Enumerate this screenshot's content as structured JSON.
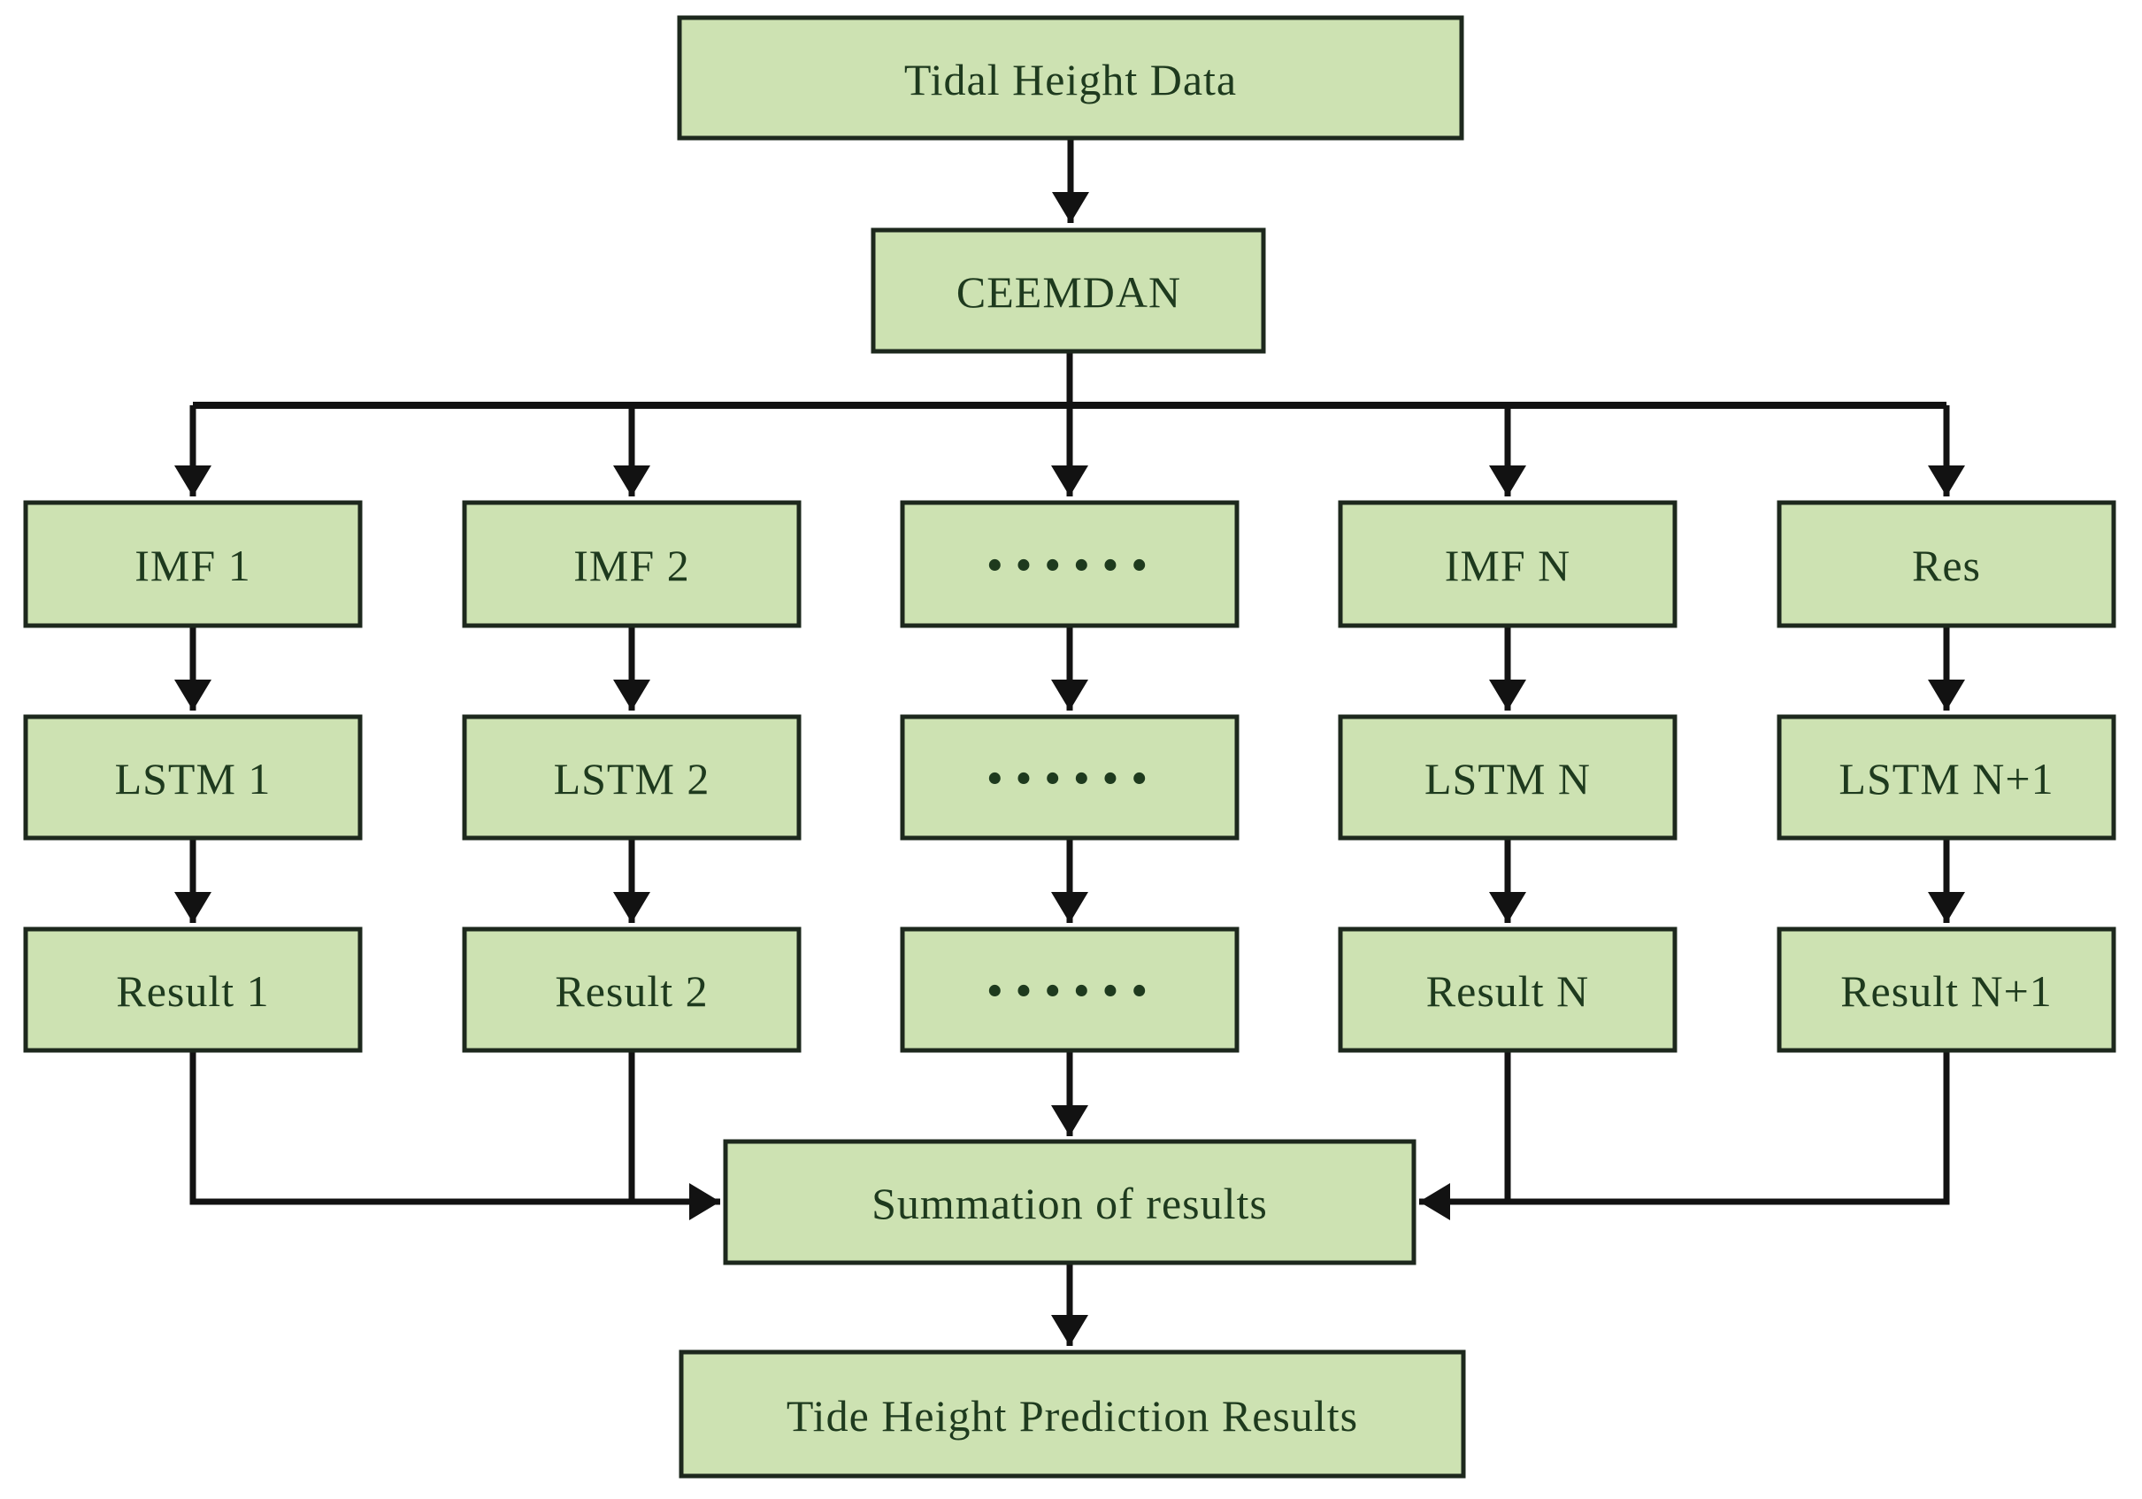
{
  "flowchart": {
    "input": {
      "label": "Tidal Height Data"
    },
    "decomposition": {
      "label": "CEEMDAN"
    },
    "columns": [
      {
        "imf": "IMF 1",
        "lstm": "LSTM 1",
        "result": "Result 1"
      },
      {
        "imf": "IMF 2",
        "lstm": "LSTM 2",
        "result": "Result 2"
      },
      {
        "imf": "······",
        "lstm": "······",
        "result": "······"
      },
      {
        "imf": "IMF N",
        "lstm": "LSTM N",
        "result": "Result N"
      },
      {
        "imf": "Res",
        "lstm": "LSTM N+1",
        "result": "Result N+1"
      }
    ],
    "summation": {
      "label": "Summation of results"
    },
    "output": {
      "label": "Tide Height Prediction Results"
    }
  },
  "colors": {
    "background": "#ffffff",
    "box_fill": "#cde2b2",
    "box_border": "#1d281d",
    "label_text": "#1e3a1e",
    "connector": "#121212"
  }
}
